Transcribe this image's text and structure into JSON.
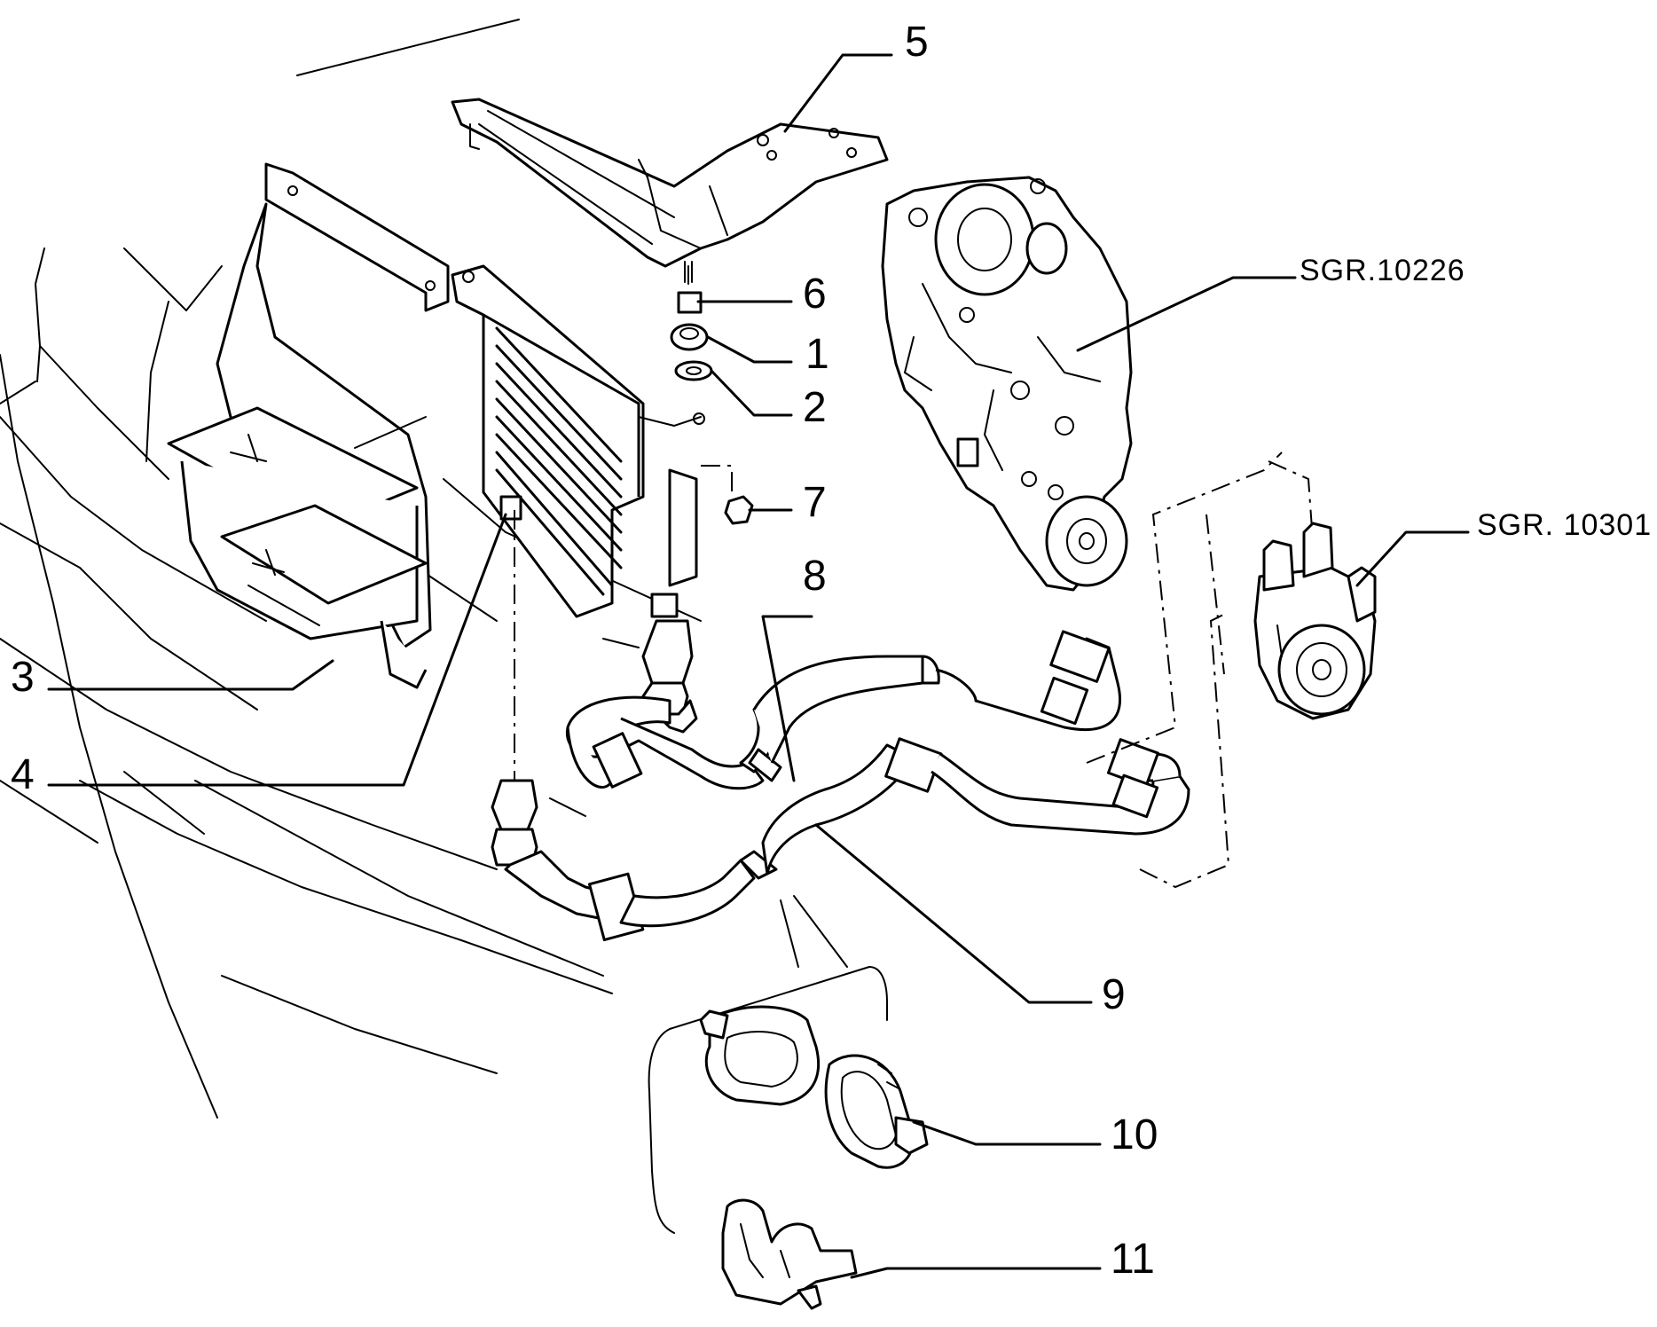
{
  "diagram": {
    "callouts": [
      {
        "id": "c5",
        "text": "5"
      },
      {
        "id": "c6",
        "text": "6"
      },
      {
        "id": "c1",
        "text": "1"
      },
      {
        "id": "c2",
        "text": "2"
      },
      {
        "id": "c7",
        "text": "7"
      },
      {
        "id": "c8",
        "text": "8"
      },
      {
        "id": "c3",
        "text": "3"
      },
      {
        "id": "c4",
        "text": "4"
      },
      {
        "id": "c9",
        "text": "9"
      },
      {
        "id": "c10",
        "text": "10"
      },
      {
        "id": "c11",
        "text": "11"
      }
    ],
    "references": [
      {
        "id": "r1",
        "text": "SGR.10226"
      },
      {
        "id": "r2",
        "text": "SGR. 10301"
      }
    ]
  }
}
